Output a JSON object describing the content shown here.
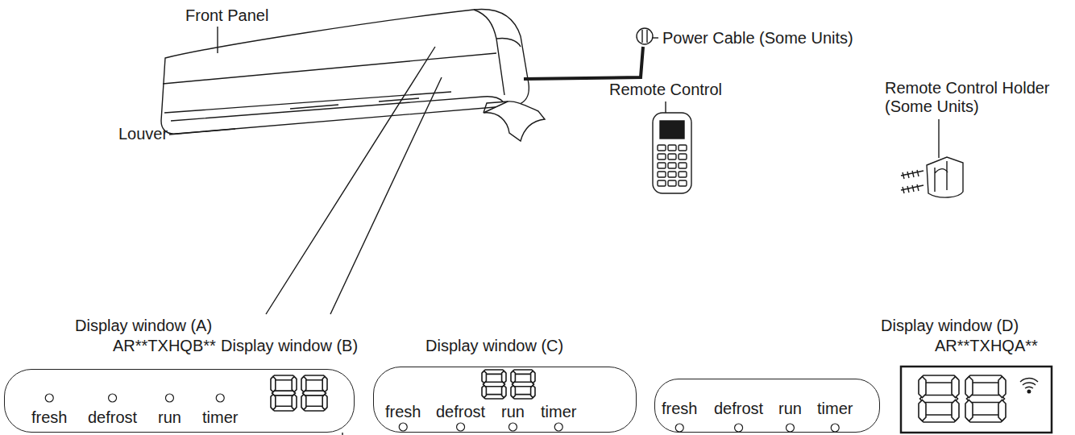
{
  "diagram": {
    "nodes": [
      {
        "text": [
          "fresh",
          "defrost",
          "run",
          "timer"
        ]
      },
      {
        "text": [
          "fresh",
          "defrost",
          "run",
          "timer"
        ]
      },
      {
        "text": [
          "fresh",
          "defrost",
          "run",
          "timer"
        ]
      }
    ],
    "labels": [
      "Front Panel",
      "Power Cable (Some Units)",
      "Remote Control",
      "Remote Control Holder (Some Units)",
      "Louver",
      "Display window (A)",
      "AR**TXHQB**",
      "Display window (B)",
      "Display window (C)",
      "Display window (D)",
      "AR**TXHQA**"
    ]
  }
}
